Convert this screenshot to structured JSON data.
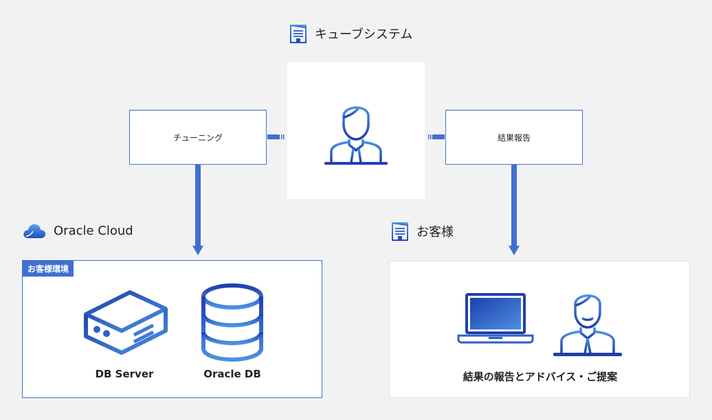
{
  "header": {
    "title": "キューブシステム"
  },
  "left_process": {
    "label": "チューニング"
  },
  "right_process": {
    "label": "結果報告"
  },
  "cloud": {
    "title": "Oracle Cloud"
  },
  "customer_env": {
    "tag": "お客様環境",
    "items": [
      {
        "label": "DB Server"
      },
      {
        "label": "Oracle DB"
      }
    ]
  },
  "customer": {
    "title": "お客様",
    "caption": "結果の報告とアドバイス・ご提案"
  },
  "colors": {
    "primary": "#1f4fbf",
    "light_blue": "#4a90e2",
    "arrow": "#3f6fd0",
    "background": "#f2f2f2"
  }
}
